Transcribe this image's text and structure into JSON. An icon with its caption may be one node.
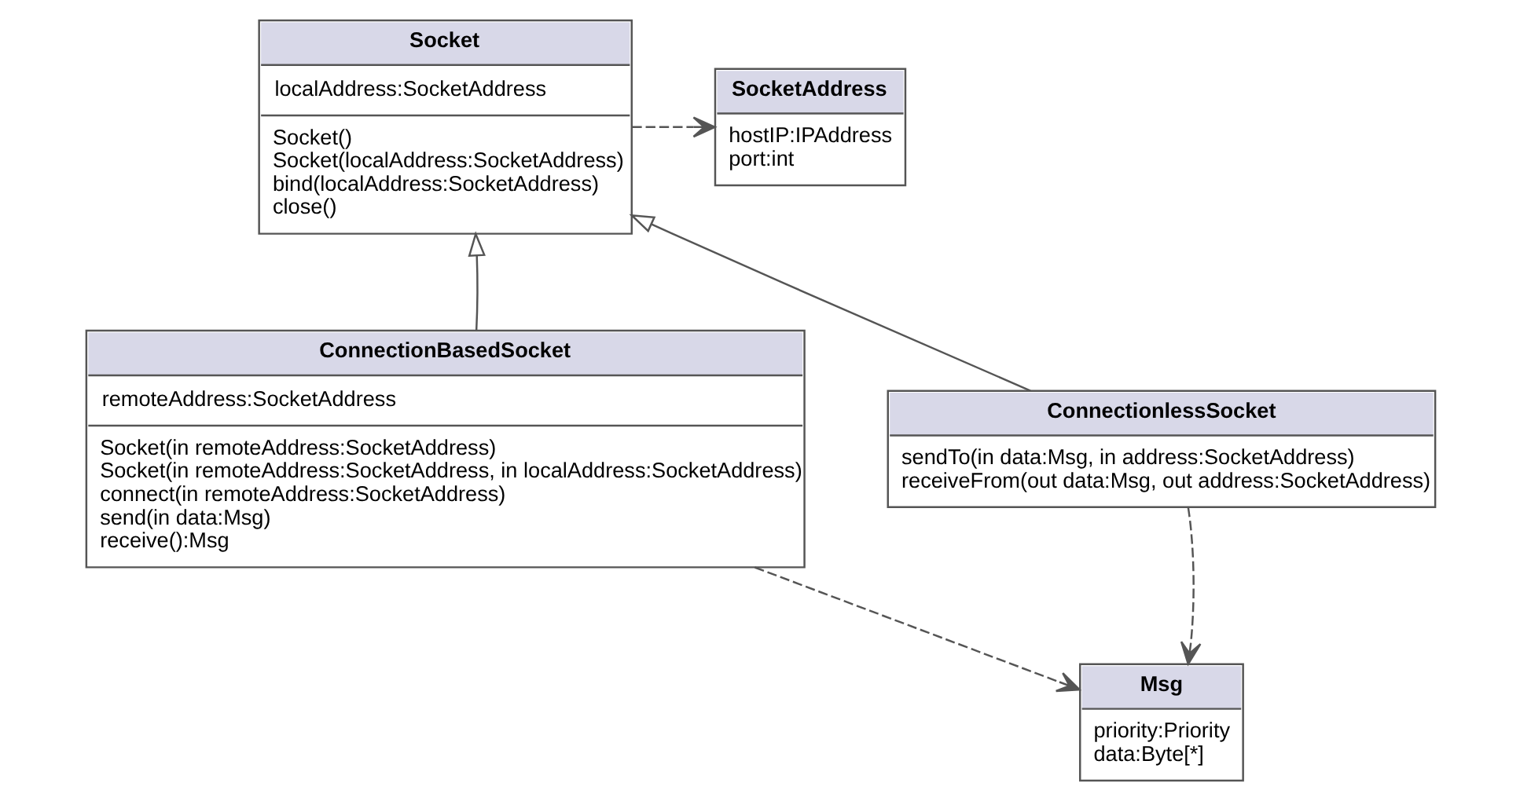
{
  "diagram": {
    "nodes": [
      {
        "text": [
          "SocketAddress",
          "hostIP:IPAddress",
          "port:int"
        ]
      },
      {
        "text": [
          "Socket",
          "localAddress:SocketAddress",
          "Socket()",
          "Socket(localAddress:SocketAddress)",
          "bind(localAddress:SocketAddress)",
          "close()"
        ]
      },
      {
        "text": [
          "ConnectionBasedSocket",
          "remoteAddress:SocketAddress",
          "Socket(in remoteAddress:SocketAddress)",
          "Socket(in remoteAddress:SocketAddress, in localAddress:SocketAddress)",
          "connect(in remoteAddress:SocketAddress)",
          "send(in data:Msg)",
          "receive():Msg"
        ]
      },
      {
        "text": [
          "ConnectionlessSocket",
          "sendTo(in data:Msg, in address:SocketAddress)",
          "receiveFrom(out data:Msg, out address:SocketAddress)"
        ]
      },
      {
        "text": [
          "Msg",
          "priority:Priority",
          "data:Byte[*]"
        ]
      }
    ],
    "edges": [
      {
        "from": 1,
        "to": 0,
        "arrow": "to",
        "style": "dashed"
      },
      {
        "from": 2,
        "to": 1,
        "arrow": "to"
      },
      {
        "from": 3,
        "to": 1,
        "arrow": "to"
      },
      {
        "from": 3,
        "to": 4,
        "arrow": "to",
        "style": "dashed"
      },
      {
        "from": 2,
        "to": 4,
        "arrow": "to",
        "style": "dashed"
      }
    ]
  }
}
